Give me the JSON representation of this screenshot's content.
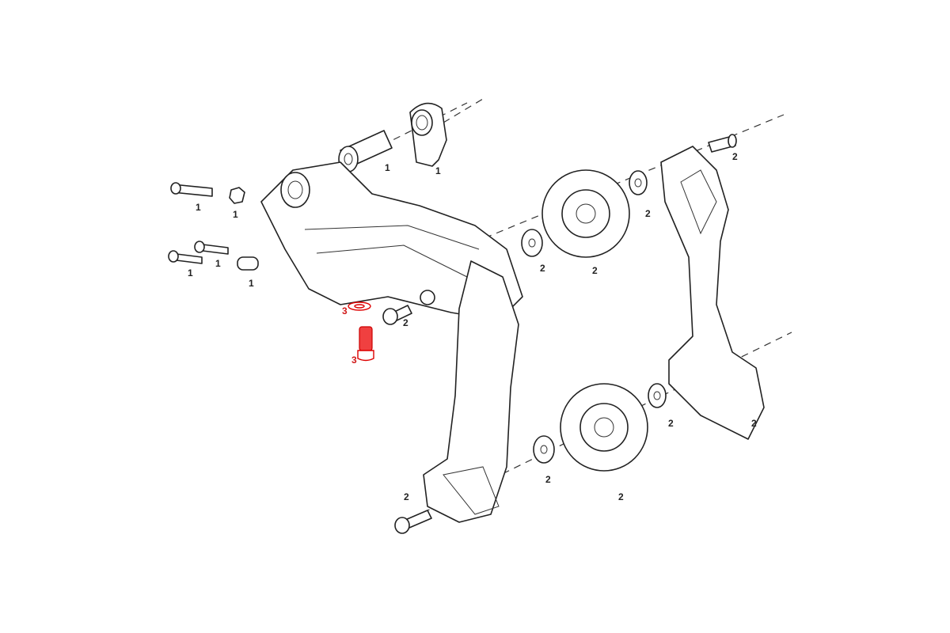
{
  "diagram": {
    "type": "exploded-parts-view",
    "highlight_color": "#e02020",
    "line_color": "#222222",
    "callouts": [
      {
        "id": "axle-bolt",
        "text": "1"
      },
      {
        "id": "hanger-nut",
        "text": "1"
      },
      {
        "id": "cable-bolt",
        "text": "1"
      },
      {
        "id": "cable-clamp",
        "text": "1"
      },
      {
        "id": "limit-screw-a",
        "text": "1"
      },
      {
        "id": "limit-screw-b",
        "text": "1"
      },
      {
        "id": "cable-guide",
        "text": "1"
      },
      {
        "id": "cage-pin",
        "text": "2"
      },
      {
        "id": "upper-washer-outer",
        "text": "2"
      },
      {
        "id": "upper-washer-inner",
        "text": "2"
      },
      {
        "id": "upper-pulley",
        "text": "2"
      },
      {
        "id": "pulley-bolt-upper",
        "text": "2"
      },
      {
        "id": "lower-washer-outer",
        "text": "2"
      },
      {
        "id": "outer-cage",
        "text": "2"
      },
      {
        "id": "lower-washer-inner",
        "text": "2"
      },
      {
        "id": "lower-pulley",
        "text": "2"
      },
      {
        "id": "pulley-bolt-lower",
        "text": "2"
      },
      {
        "id": "b-screw-washer",
        "text": "3"
      },
      {
        "id": "b-screw",
        "text": "3"
      }
    ]
  }
}
